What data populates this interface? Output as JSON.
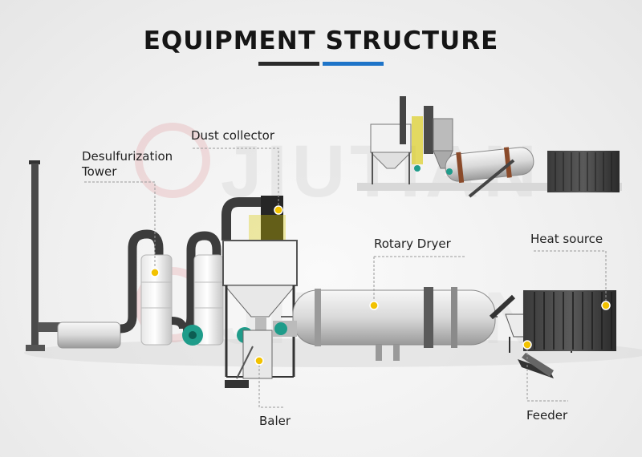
{
  "title": "EQUIPMENT STRUCTURE",
  "watermark": "JIUTIAN",
  "labels": {
    "dust_collector": "Dust collector",
    "desulfurization_tower": "Desulfurization Tower",
    "rotary_dryer": "Rotary Dryer",
    "heat_source": "Heat source",
    "baler": "Baler",
    "feeder": "Feeder"
  },
  "colors": {
    "accent_blue": "#1e74c8",
    "marker_yellow": "#f2c200",
    "fan_green": "#1f9c8a"
  }
}
